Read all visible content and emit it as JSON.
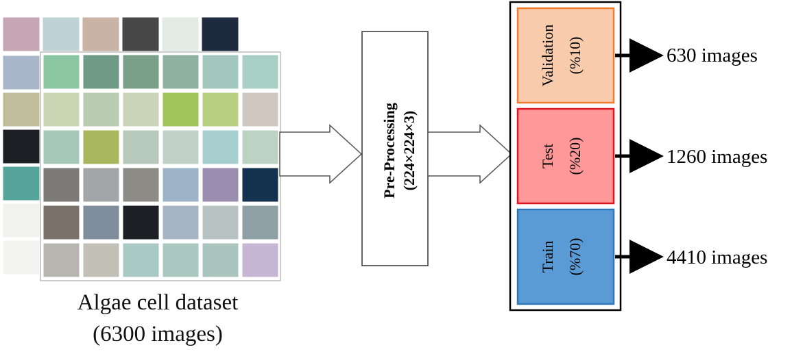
{
  "dataset": {
    "caption_line1": "Algae cell dataset",
    "caption_line2": "(6300 images)",
    "tile_colors_back": [
      "#c7a6b4",
      "#bfd3d6",
      "#c9b3a5",
      "#474747",
      "#e2ece4",
      "#1e2a3e"
    ],
    "tile_colors_left": [
      "#a7b6c9",
      "#bfbd9a",
      "#1b1f24",
      "#56a59b",
      "#f1f1ee"
    ],
    "tile_colors_front": [
      [
        "#8cc7a3",
        "#6f9a85",
        "#7aa08a",
        "#8fb2a0",
        "#a3c7bc",
        "#a9d0c4"
      ],
      [
        "#c8d6b4",
        "#b9ccb0",
        "#c9d4b8",
        "#a2c25a",
        "#b9cf82",
        "#cfc7c0"
      ],
      [
        "#a6c8ba",
        "#a9b75f",
        "#b7c9bb",
        "#c1d1c8",
        "#a8cfcf",
        "#bcd3c3"
      ],
      [
        "#7c7a76",
        "#a2a6a8",
        "#8c8b85",
        "#9db4c8",
        "#9a8db0",
        "#123250"
      ],
      [
        "#7a7168",
        "#7f8d9c",
        "#1d1f24",
        "#a7b4c4",
        "#b8c4c3",
        "#8f9fa6"
      ],
      [
        "#b7b5b0",
        "#c3c0b8",
        "#a9c9c5",
        "#aac7c0",
        "#a9c4bd",
        "#c6b6d4"
      ]
    ]
  },
  "preprocessing": {
    "line1": "Pre-Processing",
    "line2": "(224×224×3)"
  },
  "splits": [
    {
      "name": "Validation",
      "pct": "(%10)",
      "count": "630 images",
      "fill": "#f8cbad",
      "stroke": "#ed7d31"
    },
    {
      "name": "Test",
      "pct": "(%20)",
      "count": "1260 images",
      "fill": "#ff9999",
      "stroke": "#e3141c"
    },
    {
      "name": "Train",
      "pct": "(%70)",
      "count": "4410 images",
      "fill": "#5b9bd5",
      "stroke": "#2e75b6"
    }
  ]
}
